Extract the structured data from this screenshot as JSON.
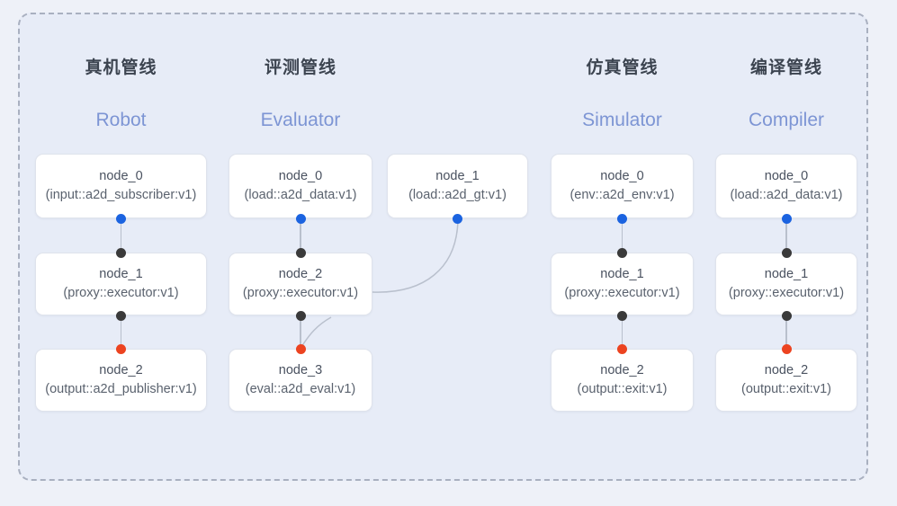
{
  "diagram": {
    "container_style": "dashed-rounded-panel",
    "colors": {
      "page_background": "#eef1f8",
      "panel_background": "#e7ecf7",
      "panel_border": "#a9b0c0",
      "node_background": "#ffffff",
      "node_border": "#dfe3ec",
      "title_cn": "#3c4450",
      "title_en": "#7d95d4",
      "port_input": "#1b63e0",
      "port_internal": "#3a3a3a",
      "port_output": "#ec4320",
      "edge": "#b9c0cd"
    },
    "columns": [
      {
        "title_cn": "真机管线",
        "title_en": "Robot",
        "nodes": [
          {
            "id": "node_0",
            "type": "(input::a2d_subscriber:v1)"
          },
          {
            "id": "node_1",
            "type": "(proxy::executor:v1)"
          },
          {
            "id": "node_2",
            "type": "(output::a2d_publisher:v1)"
          }
        ]
      },
      {
        "title_cn": "评测管线",
        "title_en": "Evaluator",
        "nodes": [
          {
            "id": "node_0",
            "type": "(load::a2d_data:v1)"
          },
          {
            "id": "node_2",
            "type": "(proxy::executor:v1)"
          },
          {
            "id": "node_3",
            "type": "(eval::a2d_eval:v1)"
          }
        ],
        "side_node": {
          "id": "node_1",
          "type": "(load::a2d_gt:v1)"
        }
      },
      {
        "title_cn": "仿真管线",
        "title_en": "Simulator",
        "nodes": [
          {
            "id": "node_0",
            "type": "(env::a2d_env:v1)"
          },
          {
            "id": "node_1",
            "type": "(proxy::executor:v1)"
          },
          {
            "id": "node_2",
            "type": "(output::exit:v1)"
          }
        ]
      },
      {
        "title_cn": "编译管线",
        "title_en": "Compiler",
        "nodes": [
          {
            "id": "node_0",
            "type": "(load::a2d_data:v1)"
          },
          {
            "id": "node_1",
            "type": "(proxy::executor:v1)"
          },
          {
            "id": "node_2",
            "type": "(output::exit:v1)"
          }
        ]
      }
    ]
  }
}
